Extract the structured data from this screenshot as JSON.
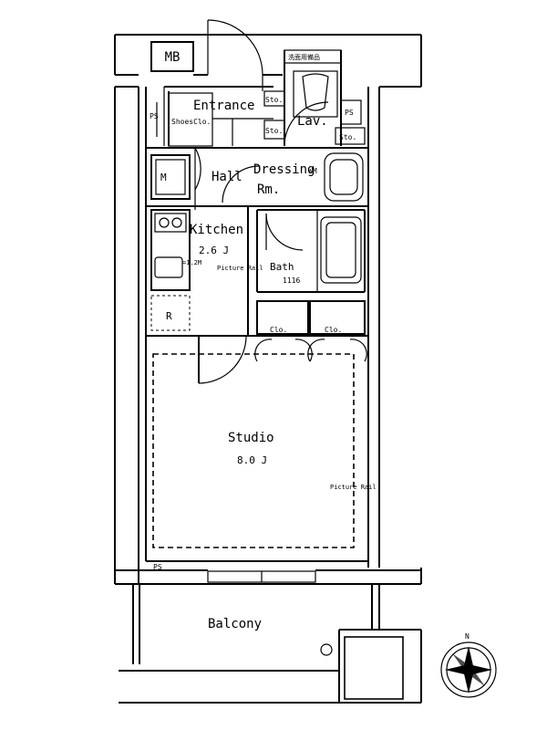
{
  "plan": {
    "rooms": {
      "entrance": "Entrance",
      "shoes_closet": "ShoesClo.",
      "hall": "Hall",
      "dressing_line1": "Dressing",
      "dressing_line2": "Rm.",
      "lavatory": "Lav.",
      "kitchen": "Kitchen",
      "kitchen_size": "2.6 J",
      "bath": "Bath",
      "bath_size": "1116",
      "studio": "Studio",
      "studio_size": "8.0 J",
      "balcony": "Balcony",
      "closet_left": "Clo.",
      "closet_right": "Clo."
    },
    "labels": {
      "mb": "MB",
      "ps_left": "PS",
      "ps_right": "PS",
      "ps_bottom": "PS",
      "sto_1": "Sto.",
      "sto_2": "Sto.",
      "sto_3": "Sto.",
      "m_unit": "M",
      "refrigerator": "R",
      "picture_rail_kitchen": "Picture Rail",
      "picture_rail_studio": "Picture Rail",
      "kitchen_note": "=1.2M",
      "wm": "WM",
      "lav_top": "洗面用備品",
      "north": "N"
    }
  }
}
